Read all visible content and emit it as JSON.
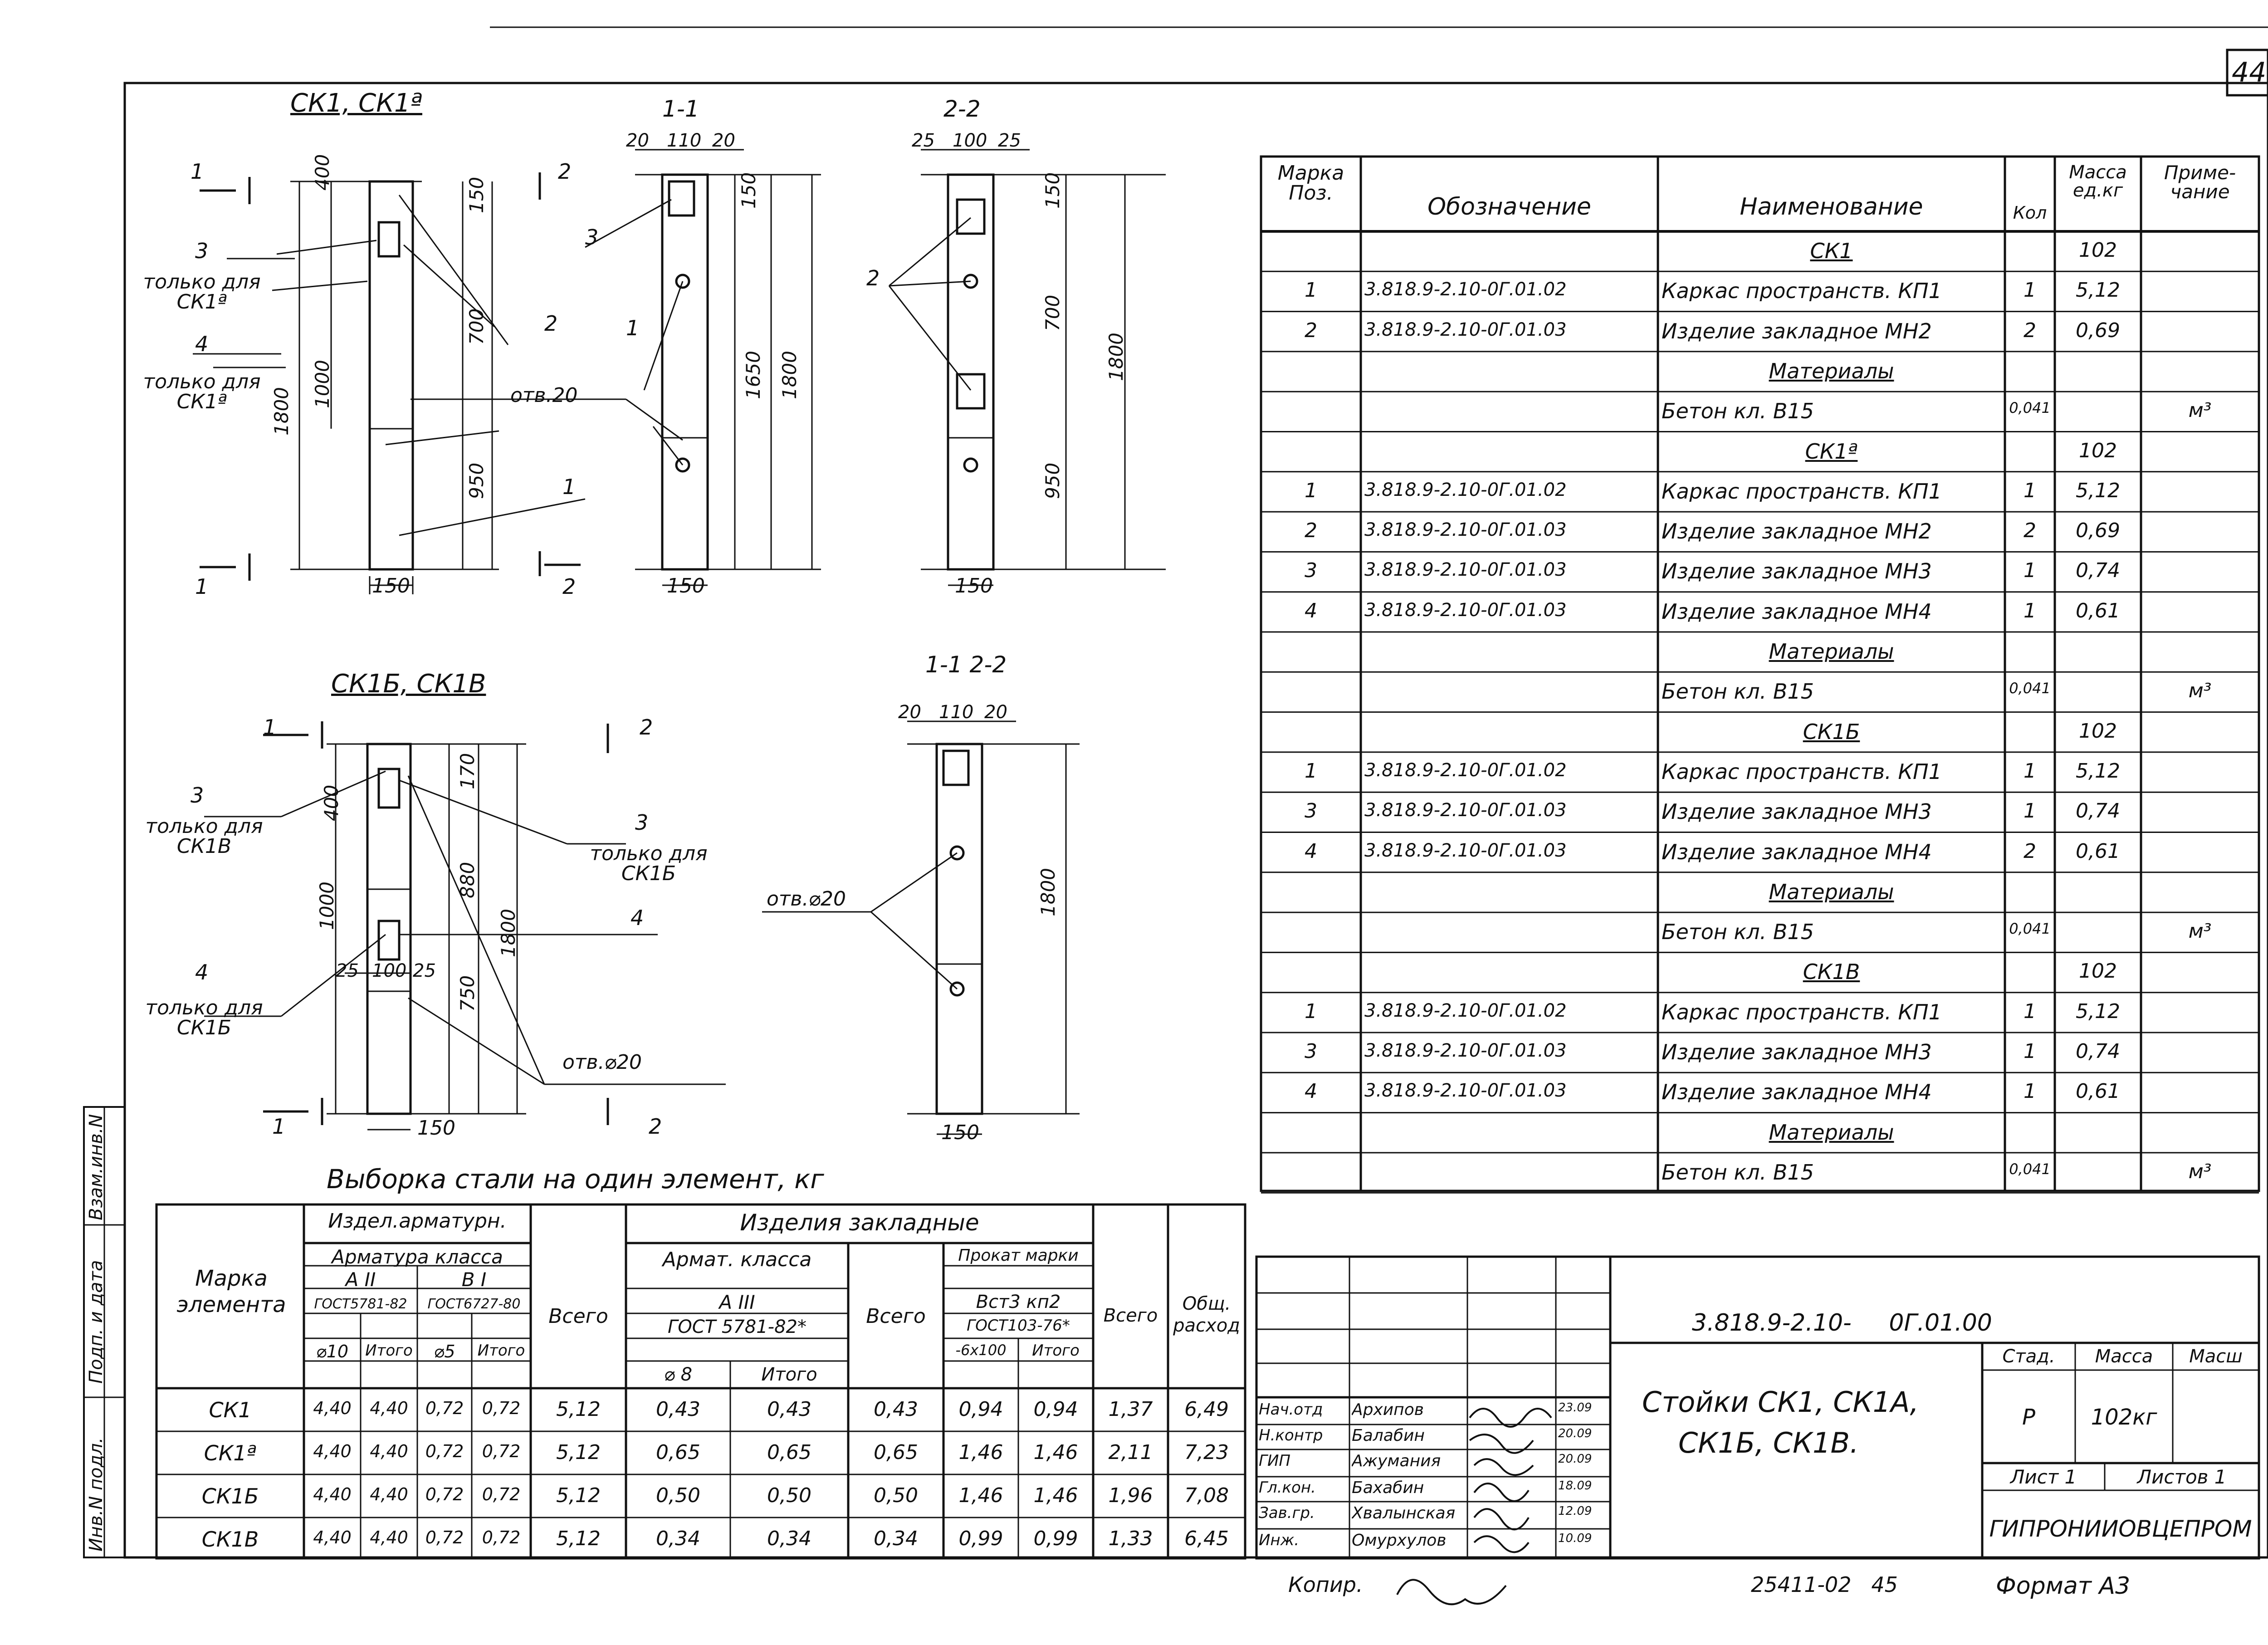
{
  "sheet_number": "44",
  "views": {
    "top_left_title": "СК1, СК1ª",
    "section_11": "1-1",
    "section_22": "2-2",
    "bottom_left_title": "СК1Б, СК1В",
    "section_11_22": "1-1  2-2",
    "dims_11": [
      "20",
      "110",
      "20"
    ],
    "dims_22": [
      "25",
      "100",
      "25"
    ],
    "dims_bottom": [
      "20",
      "110",
      "20"
    ],
    "dim_150": "150",
    "dim_400": "400",
    "dim_700": "700",
    "dim_1000": "1000",
    "dim_1800": "1800",
    "dim_1650": "1650",
    "dim_950": "950",
    "dim_170": "170",
    "dim_880": "880",
    "dim_750": "750",
    "dim_100": "100",
    "dim_25": "25",
    "hole_20": "отв.20",
    "hole_d20": "отв.⌀20",
    "only_for_sk1a": "только для СК1ª",
    "only_for_sk1v": "только для СК1В",
    "only_for_sk1b": "только для СК1Б",
    "pos_labels": [
      "1",
      "2",
      "3",
      "4"
    ]
  },
  "spec_table": {
    "headers": [
      "Марка Поз.",
      "Обозначение",
      "Наименование",
      "Кол",
      "Масса ед.кг",
      "Приме- чание"
    ],
    "rows": [
      [
        "",
        "",
        "СК1",
        "",
        "102",
        ""
      ],
      [
        "1",
        "3.818.9-2.10-0Г.01.02",
        "Каркас пространств. КП1",
        "1",
        "5,12",
        ""
      ],
      [
        "2",
        "3.818.9-2.10-0Г.01.03",
        "Изделие закладное МН2",
        "2",
        "0,69",
        ""
      ],
      [
        "",
        "",
        "Материалы",
        "",
        "",
        ""
      ],
      [
        "",
        "",
        "Бетон кл. В15",
        "0,041",
        "",
        "м³"
      ],
      [
        "",
        "",
        "СК1ª",
        "",
        "102",
        ""
      ],
      [
        "1",
        "3.818.9-2.10-0Г.01.02",
        "Каркас пространств. КП1",
        "1",
        "5,12",
        ""
      ],
      [
        "2",
        "3.818.9-2.10-0Г.01.03",
        "Изделие закладное МН2",
        "2",
        "0,69",
        ""
      ],
      [
        "3",
        "3.818.9-2.10-0Г.01.03",
        "Изделие закладное МН3",
        "1",
        "0,74",
        ""
      ],
      [
        "4",
        "3.818.9-2.10-0Г.01.03",
        "Изделие закладное МН4",
        "1",
        "0,61",
        ""
      ],
      [
        "",
        "",
        "Материалы",
        "",
        "",
        ""
      ],
      [
        "",
        "",
        "Бетон кл. В15",
        "0,041",
        "",
        "м³"
      ],
      [
        "",
        "",
        "СК1Б",
        "",
        "102",
        ""
      ],
      [
        "1",
        "3.818.9-2.10-0Г.01.02",
        "Каркас пространств. КП1",
        "1",
        "5,12",
        ""
      ],
      [
        "3",
        "3.818.9-2.10-0Г.01.03",
        "Изделие закладное МН3",
        "1",
        "0,74",
        ""
      ],
      [
        "4",
        "3.818.9-2.10-0Г.01.03",
        "Изделие закладное МН4",
        "2",
        "0,61",
        ""
      ],
      [
        "",
        "",
        "Материалы",
        "",
        "",
        ""
      ],
      [
        "",
        "",
        "Бетон кл. В15",
        "0,041",
        "",
        "м³"
      ],
      [
        "",
        "",
        "СК1В",
        "",
        "102",
        ""
      ],
      [
        "1",
        "3.818.9-2.10-0Г.01.02",
        "Каркас пространств. КП1",
        "1",
        "5,12",
        ""
      ],
      [
        "3",
        "3.818.9-2.10-0Г.01.03",
        "Изделие закладное МН3",
        "1",
        "0,74",
        ""
      ],
      [
        "4",
        "3.818.9-2.10-0Г.01.03",
        "Изделие закладное МН4",
        "1",
        "0,61",
        ""
      ],
      [
        "",
        "",
        "Материалы",
        "",
        "",
        ""
      ],
      [
        "",
        "",
        "Бетон кл. В15",
        "0,041",
        "",
        "м³"
      ]
    ]
  },
  "steel_table": {
    "caption": "Выборка стали на один элемент, кг",
    "h_mark": "Марка элемента",
    "h_arm_products": "Издел.арматурн.",
    "h_arm_class": "Арматура класса",
    "h_aii": "А II",
    "h_bi": "В I",
    "h_gost5781": "ГОСТ5781-82",
    "h_gost6727": "ГОСТ6727-80",
    "h_d10": "⌀10",
    "h_itogo": "Итого",
    "h_d5": "⌀5",
    "h_total": "Всего",
    "h_embedded": "Изделия закладные",
    "h_arm_class2": "Армат. класса",
    "h_aiii": "А III",
    "h_gost5781b": "ГОСТ 5781-82*",
    "h_d8": "⌀ 8",
    "h_prokat": "Прокат марки",
    "h_vst3": "Вст3 кп2",
    "h_gost103": "ГОСТ103-76*",
    "h_6x100": "-6х100",
    "h_total_use": "Общ. расход",
    "rows": [
      [
        "СК1",
        "4,40",
        "4,40",
        "0,72",
        "0,72",
        "5,12",
        "0,43",
        "0,43",
        "0,43",
        "0,94",
        "0,94",
        "1,37",
        "6,49"
      ],
      [
        "СК1ª",
        "4,40",
        "4,40",
        "0,72",
        "0,72",
        "5,12",
        "0,65",
        "0,65",
        "0,65",
        "1,46",
        "1,46",
        "2,11",
        "7,23"
      ],
      [
        "СК1Б",
        "4,40",
        "4,40",
        "0,72",
        "0,72",
        "5,12",
        "0,50",
        "0,50",
        "0,50",
        "1,46",
        "1,46",
        "1,96",
        "7,08"
      ],
      [
        "СК1В",
        "4,40",
        "4,40",
        "0,72",
        "0,72",
        "5,12",
        "0,34",
        "0,34",
        "0,34",
        "0,99",
        "0,99",
        "1,33",
        "6,45"
      ]
    ]
  },
  "title_block": {
    "doc_code": "3.818.9-2.10-     0Г.01.00",
    "title_line1": "Стойки СК1, СК1А,",
    "title_line2": "СК1Б, СК1В.",
    "h_stage": "Стад.",
    "h_mass": "Масса",
    "h_scale": "Масш",
    "stage": "Р",
    "mass": "102кг",
    "sheet": "Лист 1",
    "sheets": "Листов 1",
    "org": "ГИПРОНИИОВЦЕПРОМ",
    "signers": [
      [
        "Нач.отд",
        "Архипов",
        "23.09"
      ],
      [
        "Н.контр",
        "Балабин",
        "20.09"
      ],
      [
        "ГИП",
        "Ажумания",
        "20.09"
      ],
      [
        "Гл.кон.",
        "Бахабин",
        "18.09"
      ],
      [
        "Зав.гр.",
        "Хвалынская",
        "12.09"
      ],
      [
        "Инж.",
        "Омурхулов",
        "10.09"
      ]
    ],
    "copied": "Копир.",
    "stamp": "25411-02   45",
    "format": "Формат А3"
  },
  "side_stamp": {
    "inv_orig": "Инв.N подл.",
    "sign_date": "Подп. и дата",
    "replace_inv": "Взам.инв.N"
  }
}
